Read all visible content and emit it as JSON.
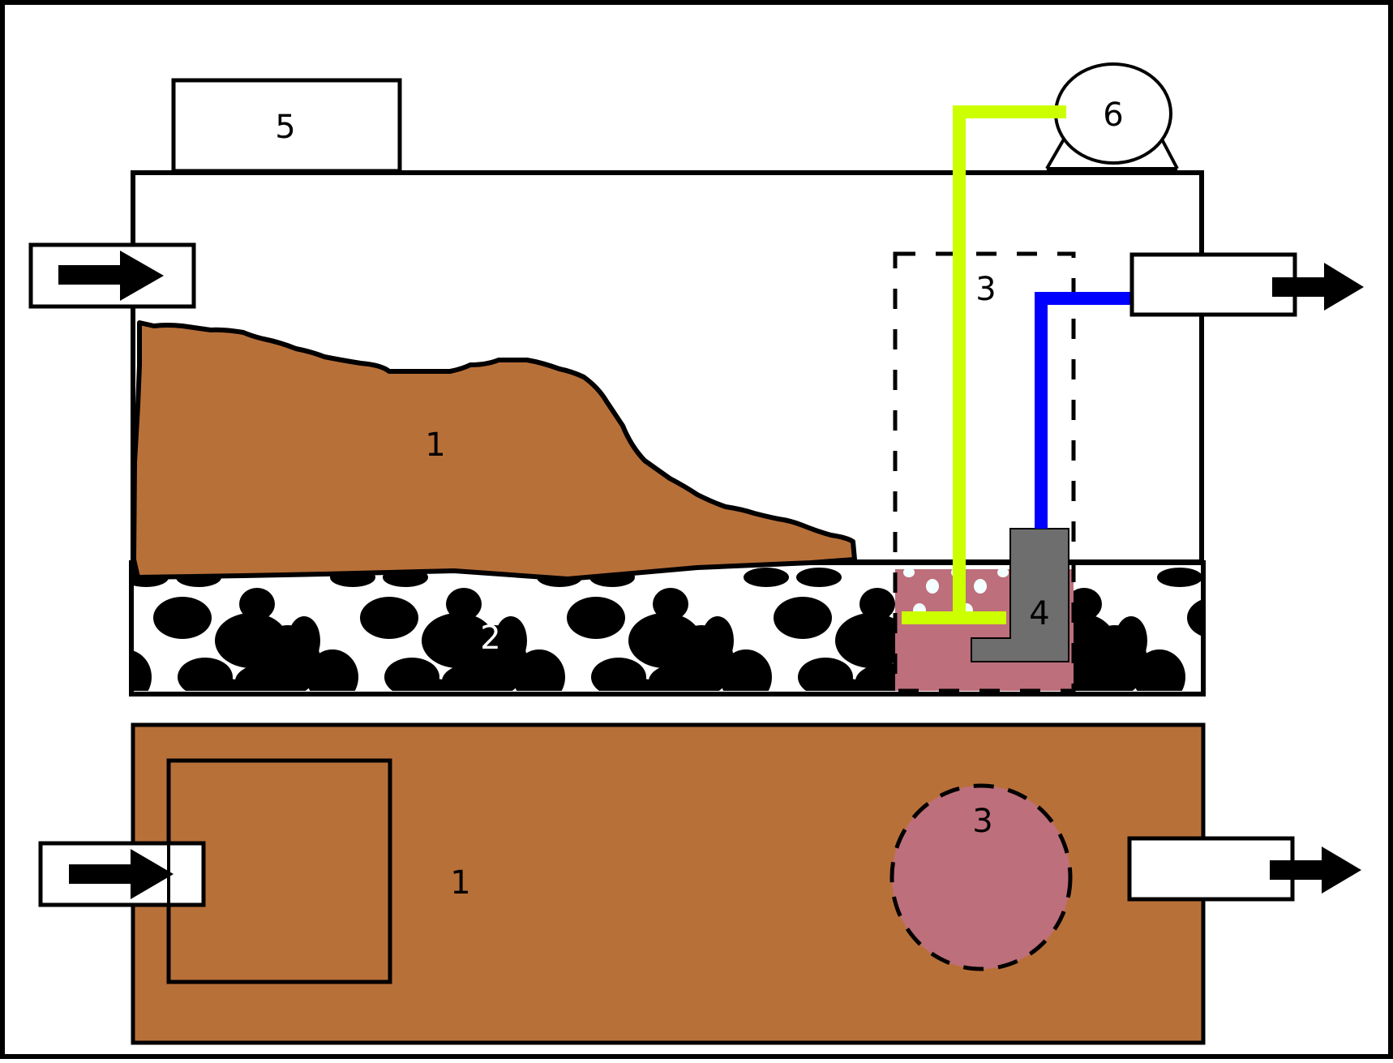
{
  "diagram": {
    "title": "",
    "colors": {
      "soil": "#b87039",
      "zone3": "#bd6f7b",
      "component4": "#6e6e6e",
      "pipe_supply": "#ccff00",
      "pipe_outlet": "#0000ff",
      "gravel": "#000000",
      "background": "#ffffff",
      "stroke": "#000000"
    },
    "side_view": {
      "soil_label": "1",
      "gravel_label": "2",
      "zone_label": "3",
      "component_label": "4",
      "top_box_label": "5",
      "pump_label": "6",
      "inlet": {
        "icon": "arrow-right-icon"
      },
      "outlet": {
        "icon": "arrow-right-icon"
      }
    },
    "top_view": {
      "soil_label": "1",
      "zone_label": "3",
      "inlet": {
        "icon": "arrow-right-icon"
      },
      "outlet": {
        "icon": "arrow-right-icon"
      }
    }
  }
}
